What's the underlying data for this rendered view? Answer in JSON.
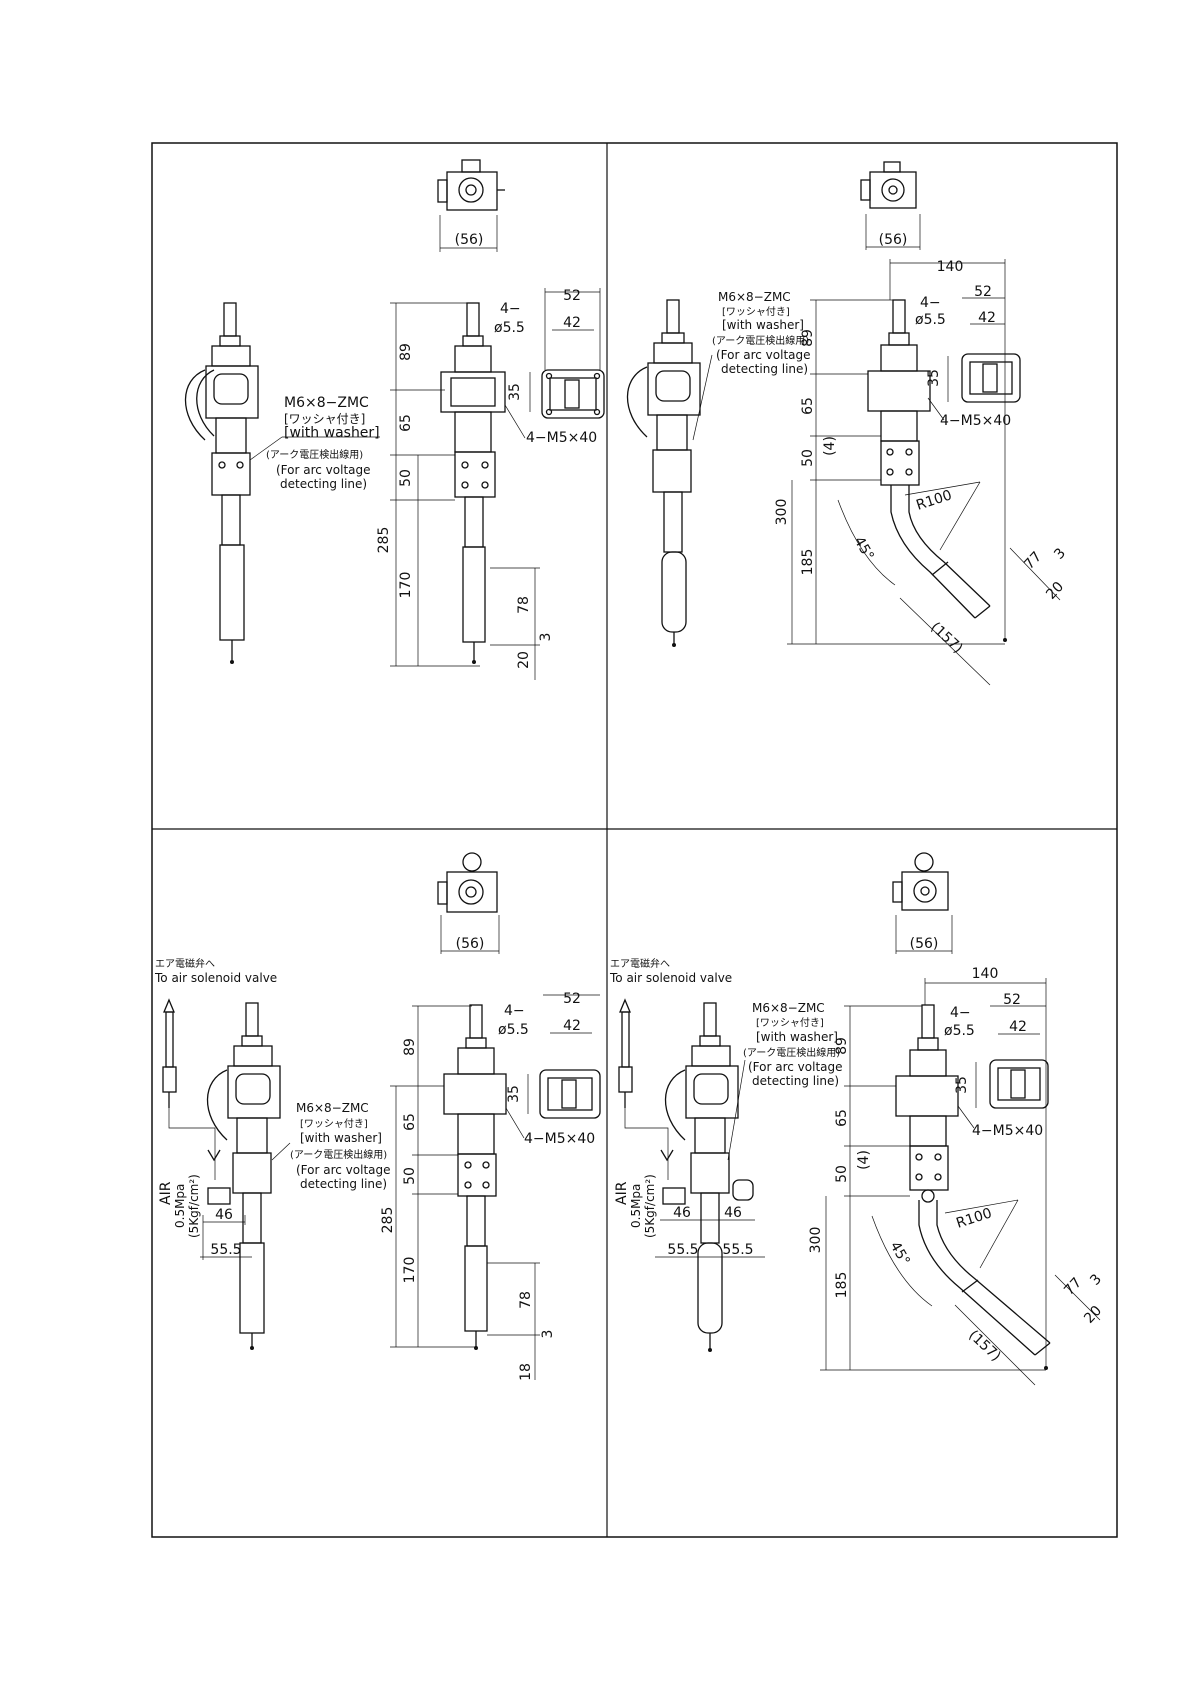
{
  "panels": {
    "tl": {
      "top_width": "(56)",
      "flange_outer": "52",
      "flange_inner": "42",
      "holes": "4−",
      "hole_dia": "ø5.5",
      "screws": "4−M5×40",
      "flange_height": "35",
      "bolt_main": "M6×8−ZMC",
      "washer_jp": "[ワッシャ付き]",
      "washer_en": "[with washer]",
      "arc_jp": "(アーク電圧検出線用)",
      "arc_en1": "(For arc voltage",
      "arc_en2": "detecting line)",
      "d89": "89",
      "d65": "65",
      "d50": "50",
      "d285": "285",
      "d170": "170",
      "d78": "78",
      "d3": "3",
      "d20": "20"
    },
    "tr": {
      "top_width": "(56)",
      "overall": "140",
      "flange_outer": "52",
      "flange_inner": "42",
      "holes": "4−",
      "hole_dia": "ø5.5",
      "screws": "4−M5×40",
      "flange_height": "35",
      "bolt_main": "M6×8−ZMC",
      "washer_jp": "[ワッシャ付き]",
      "washer_en": "[with washer]",
      "arc_jp": "(アーク電圧検出線用)",
      "arc_en1": "(For arc voltage",
      "arc_en2": "detecting line)",
      "d89": "89",
      "d65": "65",
      "d4": "(4)",
      "d50": "50",
      "d300": "300",
      "d185": "185",
      "radius": "R100",
      "angle": "45°",
      "d157": "(157)",
      "d77": "77",
      "d3": "3",
      "d20": "20"
    },
    "bl": {
      "top_width": "(56)",
      "air_jp": "エア電磁弁へ",
      "air_en": "To air solenoid valve",
      "air_label": "AIR",
      "air_pressure": "0.5Mpa",
      "air_kgf": "(5Kgf/cm²)",
      "flange_outer": "52",
      "flange_inner": "42",
      "holes": "4−",
      "hole_dia": "ø5.5",
      "screws": "4−M5×40",
      "flange_height": "35",
      "bolt_main": "M6×8−ZMC",
      "washer_jp": "[ワッシャ付き]",
      "washer_en": "[with washer]",
      "arc_jp": "(アーク電圧検出線用)",
      "arc_en1": "(For arc voltage",
      "arc_en2": "detecting line)",
      "d46": "46",
      "d555": "55.5",
      "d89": "89",
      "d65": "65",
      "d50": "50",
      "d285": "285",
      "d170": "170",
      "d78": "78",
      "d3": "3",
      "d18": "18"
    },
    "br": {
      "top_width": "(56)",
      "air_jp": "エア電磁弁へ",
      "air_en": "To air solenoid valve",
      "air_label": "AIR",
      "air_pressure": "0.5Mpa",
      "air_kgf": "(5Kgf/cm²)",
      "overall": "140",
      "flange_outer": "52",
      "flange_inner": "42",
      "holes": "4−",
      "hole_dia": "ø5.5",
      "screws": "4−M5×40",
      "flange_height": "35",
      "bolt_main": "M6×8−ZMC",
      "washer_jp": "[ワッシャ付き]",
      "washer_en": "[with washer]",
      "arc_jp": "(アーク電圧検出線用)",
      "arc_en1": "(For arc voltage",
      "arc_en2": "detecting line)",
      "d46a": "46",
      "d46b": "46",
      "d555a": "55.5",
      "d555b": "55.5",
      "d89": "89",
      "d65": "65",
      "d4": "(4)",
      "d50": "50",
      "d300": "300",
      "d185": "185",
      "radius": "R100",
      "angle": "45°",
      "d157": "(157)",
      "d77": "77",
      "d3": "3",
      "d20": "20"
    }
  }
}
